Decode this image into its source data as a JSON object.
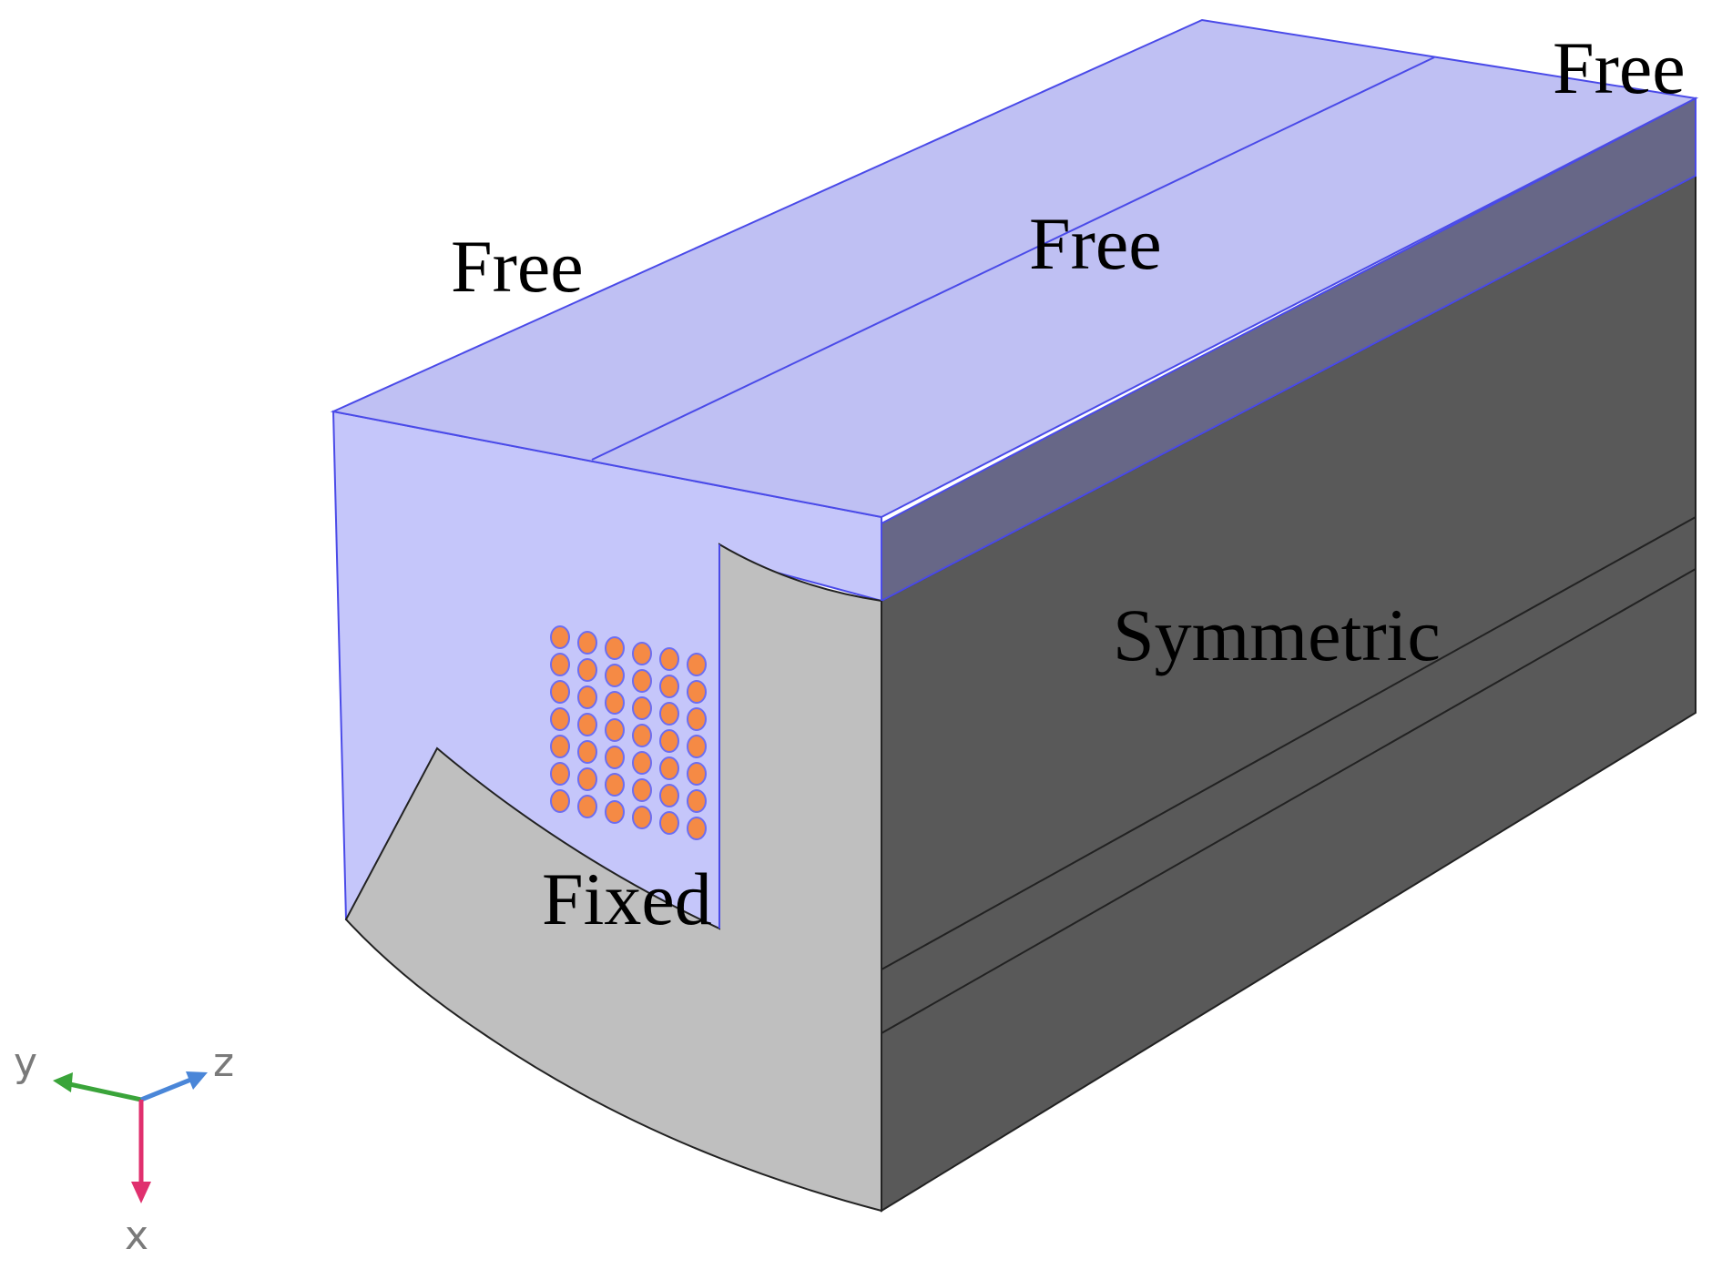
{
  "labels": {
    "free_top_left": "Free",
    "free_top_middle": "Free",
    "free_top_right": "Free",
    "symmetric": "Symmetric",
    "fixed": "Fixed"
  },
  "axes": {
    "y": "y",
    "z": "z",
    "x": "x"
  },
  "colors": {
    "free_face": "#bfc0f3",
    "free_face_light": "#c5c6fa",
    "free_edge": "#4a4ae8",
    "symmetric_face": "#595959",
    "symmetric_top_band": "#676787",
    "fixed_face": "#bfbfbf",
    "hole_fill": "#f58a45",
    "hole_edge": "#6d6df0",
    "axis_y": "#3aa43a",
    "axis_z": "#4a86d8",
    "axis_x": "#e0306e"
  },
  "hole_array": {
    "rows": 7,
    "cols": 6
  }
}
